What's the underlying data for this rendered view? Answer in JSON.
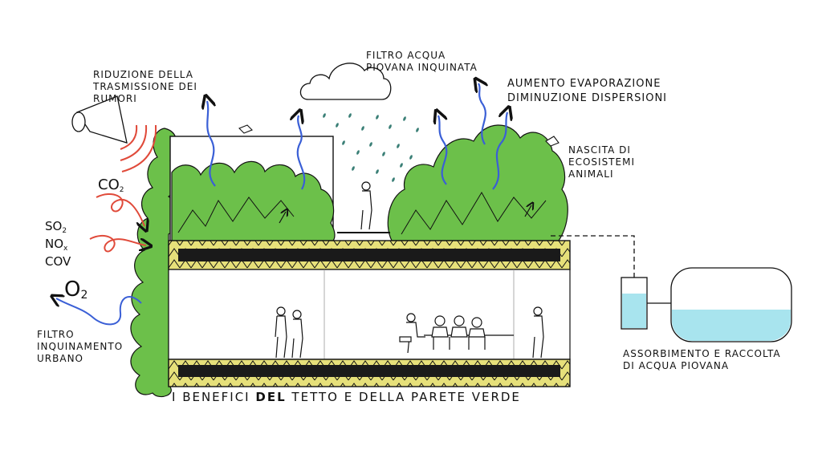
{
  "labels": {
    "noise": [
      "Riduzione della",
      "trasmissione dei",
      "rumori"
    ],
    "rain_filter": [
      "Filtro acqua",
      "piovana inquinata"
    ],
    "evaporation": [
      "Aumento evaporazione",
      "diminuzione dispersioni"
    ],
    "ecosystems": [
      "Nascita di",
      "ecosistemi",
      "animali"
    ],
    "urban_filter": [
      "Filtro",
      "inquinamento",
      "urbano"
    ],
    "water_collection": [
      "Assorbimento e raccolta",
      "di acqua piovana"
    ]
  },
  "chemistry": {
    "co2": {
      "base": "CO",
      "sub": "2"
    },
    "so2": {
      "base": "SO",
      "sub": "2"
    },
    "nox": {
      "base": "NO",
      "sub": "x"
    },
    "cov": {
      "base": "COV",
      "sub": ""
    },
    "o2": {
      "base": "O",
      "sub": "2"
    }
  },
  "title": {
    "part1": "I benefici ",
    "bold": "del",
    "part2": " tetto e della parete verde"
  },
  "colors": {
    "vegetation": "#6cc04a",
    "vegetation_dark": "#3f8f2b",
    "water": "#a8e4ee",
    "evaporation": "#3a5fd6",
    "pollution": "#e04a3a",
    "roof_layer": "#e6e07a",
    "slab": "#1a1a1a",
    "rain": "#3a7f76"
  },
  "icons": [
    "megaphone-icon",
    "cloud-icon",
    "bird-icon",
    "person-icon",
    "water-tank-icon"
  ]
}
